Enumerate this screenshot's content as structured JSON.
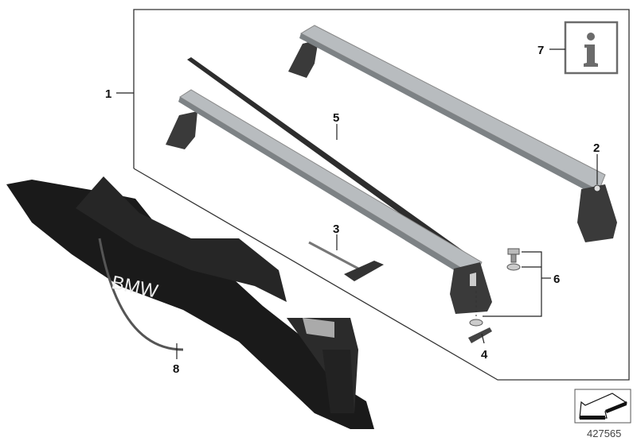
{
  "diagram": {
    "callouts": [
      {
        "id": "1",
        "label": "1"
      },
      {
        "id": "2",
        "label": "2"
      },
      {
        "id": "3",
        "label": "3"
      },
      {
        "id": "4",
        "label": "4"
      },
      {
        "id": "5",
        "label": "5"
      },
      {
        "id": "6",
        "label": "6"
      },
      {
        "id": "7",
        "label": "7"
      },
      {
        "id": "8",
        "label": "8"
      }
    ],
    "bag_logo": "BMW",
    "info_icon": "info-icon",
    "reference_number": "427565",
    "colors": {
      "outline": "#333333",
      "bar": "#b8bcbf",
      "foot": "#3a3a3a",
      "bag": "#1a1a1a",
      "info": "#6b6b6b"
    }
  }
}
